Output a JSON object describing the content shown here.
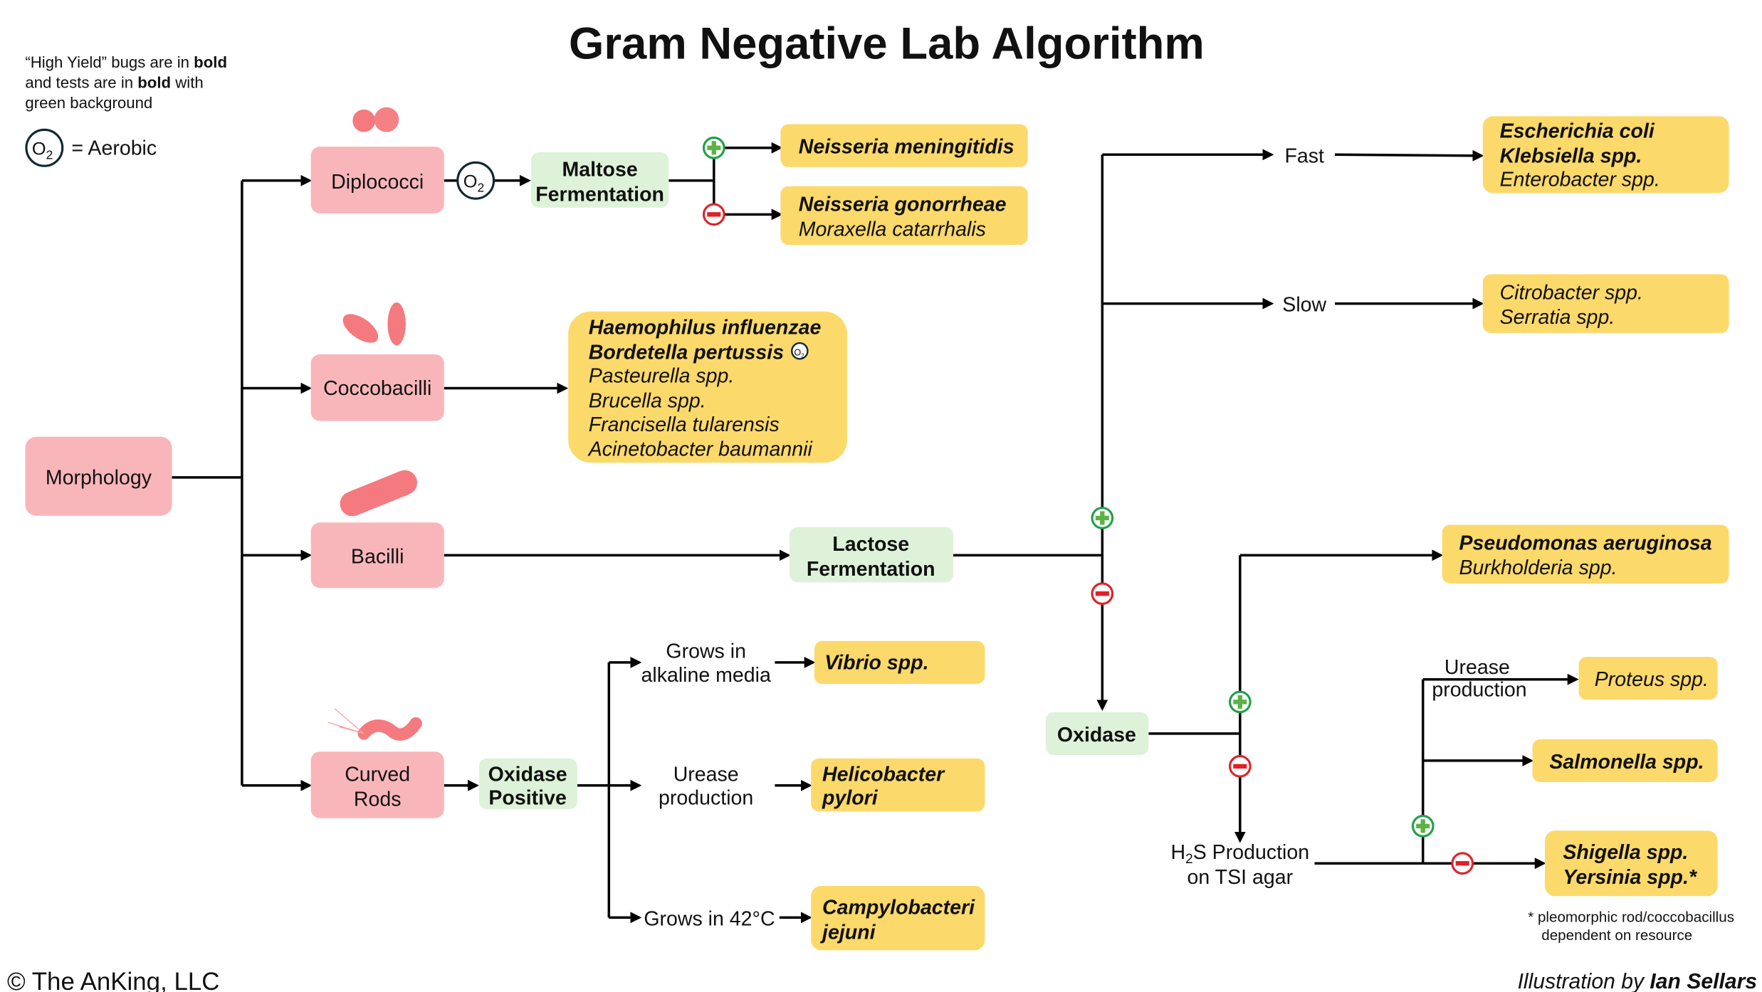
{
  "title": "Gram Negative Lab Algorithm",
  "legend": {
    "line1_pre": "“High Yield” bugs are in ",
    "line1_bold": "bold",
    "line2_pre": "and tests are in ",
    "line2_bold": "bold",
    "line2_post": " with",
    "line3": "green background",
    "o2_symbol": "O",
    "o2_sub": "2",
    "o2_meaning": "= Aerobic"
  },
  "colors": {
    "morphology": "#F9B6BA",
    "test": "#DDF2D8",
    "organism": "#FCD96B",
    "positive": "#22A04B",
    "negative": "#D9262C"
  },
  "root": "Morphology",
  "morphologies": {
    "diplococci": "Diplococci",
    "coccobacilli": "Coccobacilli",
    "bacilli": "Bacilli",
    "curved_rods_1": "Curved",
    "curved_rods_2": "Rods"
  },
  "tests": {
    "maltose_1": "Maltose",
    "maltose_2": "Fermentation",
    "lactose_1": "Lactose",
    "lactose_2": "Fermentation",
    "oxidase": "Oxidase",
    "oxidase_pos_1": "Oxidase",
    "oxidase_pos_2": "Positive"
  },
  "labels": {
    "fast": "Fast",
    "slow": "Slow",
    "alkaline_1": "Grows in",
    "alkaline_2": "alkaline media",
    "urease_1": "Urease",
    "urease_2": "production",
    "grows42": "Grows in 42°C",
    "h2s_pre": "H",
    "h2s_sub": "2",
    "h2s_post": "S Production",
    "h2s_2": "on TSI agar",
    "urease_r1": "Urease",
    "urease_r2": "production"
  },
  "organisms": {
    "n_meningitidis": "Neisseria meningitidis",
    "n_gonorrheae": "Neisseria gonorrheae",
    "m_catarrhalis": "Moraxella catarrhalis",
    "h_influenzae": "Haemophilus influenzae",
    "b_pertussis": "Bordetella pertussis",
    "pasteurella": "Pasteurella spp.",
    "brucella": "Brucella spp.",
    "francisella": "Francisella tularensis",
    "acinetobacter": "Acinetobacter baumannii",
    "e_coli": "Escherichia coli",
    "klebsiella": "Klebsiella spp.",
    "enterobacter": "Enterobacter spp.",
    "citrobacter": "Citrobacter spp.",
    "serratia": "Serratia spp.",
    "pseudomonas": "Pseudomonas aeruginosa",
    "burkholderia": "Burkholderia spp.",
    "proteus": "Proteus spp.",
    "salmonella": "Salmonella spp.",
    "shigella": "Shigella spp.",
    "yersinia": "Yersinia spp.*",
    "vibrio": "Vibrio spp.",
    "helicobacter_1": "Helicobacter",
    "helicobacter_2": "pylori",
    "campylobacter_1": "Campylobacteri",
    "campylobacter_2": "jejuni"
  },
  "footnote": {
    "line1": "* pleomorphic rod/coccobacillus",
    "line2": "dependent on resource"
  },
  "copyright": "© The AnKing, LLC",
  "credit": {
    "pre": "Illustration by ",
    "name": "Ian Sellars"
  }
}
